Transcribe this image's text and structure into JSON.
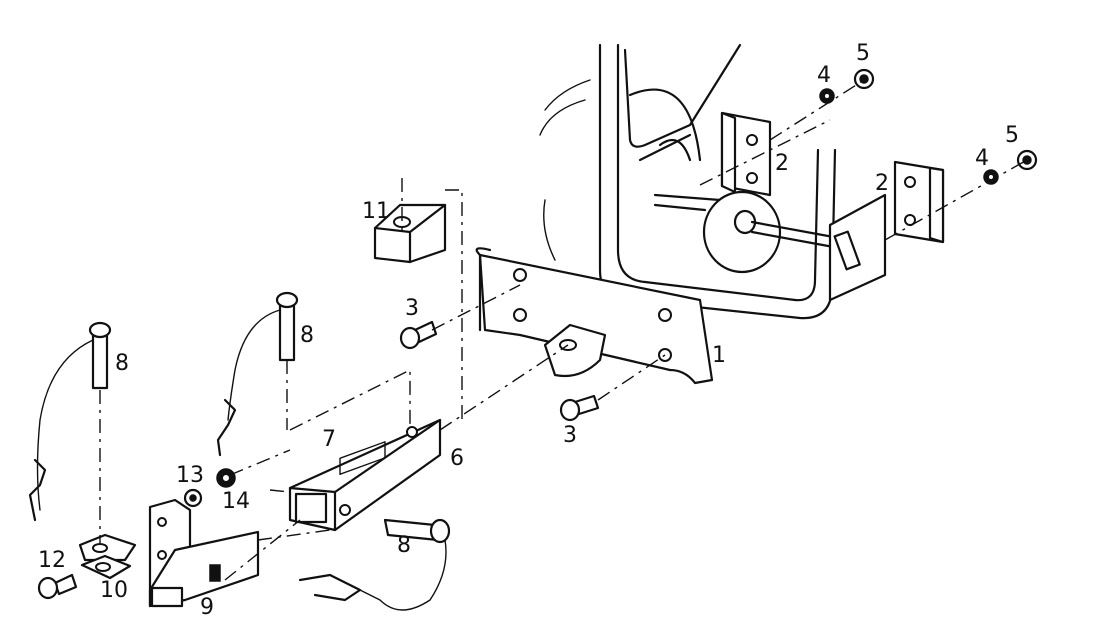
{
  "callouts": {
    "c1": "1",
    "c2a": "2",
    "c2b": "2",
    "c3a": "3",
    "c3b": "3",
    "c4a": "4",
    "c4b": "4",
    "c5a": "5",
    "c5b": "5",
    "c6": "6",
    "c7": "7",
    "c8a": "8",
    "c8b": "8",
    "c8c": "8",
    "c9": "9",
    "c10": "10",
    "c11": "11",
    "c12": "12",
    "c13": "13",
    "c14": "14"
  },
  "colors": {
    "ink": "#111111",
    "paper": "#ffffff"
  }
}
